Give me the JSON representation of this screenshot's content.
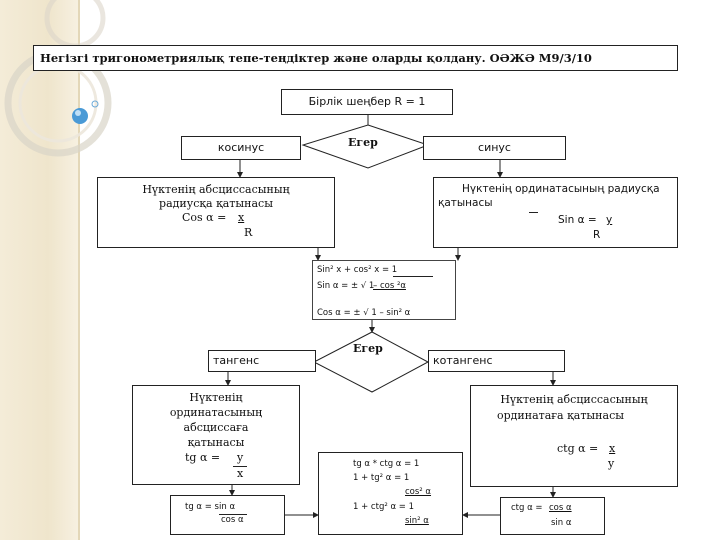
{
  "title": "Негізгі тригонометриялық тепе-теңдіктер және оларды қолдану. ОӘЖӘ М9/3/10",
  "unit_circle": "Бірлік шеңбер R = 1",
  "if1": "Егер",
  "cosine": "косинус",
  "sine": "синус",
  "cos_box": {
    "line1": "Нүктенің абсциссасының",
    "line2": "радиусқа қатынасы",
    "formula_left": "Cos α = ",
    "num": "x",
    "den": "R"
  },
  "sin_box": {
    "line1": "Нүктенің ординатасының  радиусқа",
    "line2": "қатынасы",
    "formula_left": "Sin α = ",
    "num": "y",
    "den": "R"
  },
  "identities": {
    "l1": "Sin² x + cos² x = 1",
    "l2a": "Sin α = ± √ 1",
    "l2b": "– cos ²α",
    "l3": "Cos α = ± √ 1 – sin² α"
  },
  "if2": "Егер",
  "tangent": "тангенс",
  "cotangent": "котангенс",
  "tg_box": {
    "l1": "Нүктенің",
    "l2": "ординатасының",
    "l3": "абсциссаға",
    "l4": "қатынасы",
    "formula_left": "tg α  =  ",
    "num": "y",
    "den": "x"
  },
  "ctg_box": {
    "l1": "Нүктенің абсциссасының",
    "l2": "ординатаға қатынасы",
    "formula_left": "ctg α =  ",
    "num": "x",
    "den": "y"
  },
  "tg_small": {
    "left": "tg α = sin α",
    "den": "cos α"
  },
  "ctg_small": {
    "left": "ctg α = ",
    "num": "cos α",
    "den": "sin α"
  },
  "mid_box": {
    "l1": "tg α * ctg α = 1",
    "l2": "1 + tg² α =  1",
    "l3": "cos² α",
    "l4": "1 + ctg² α = 1",
    "l5": "sin² α"
  }
}
